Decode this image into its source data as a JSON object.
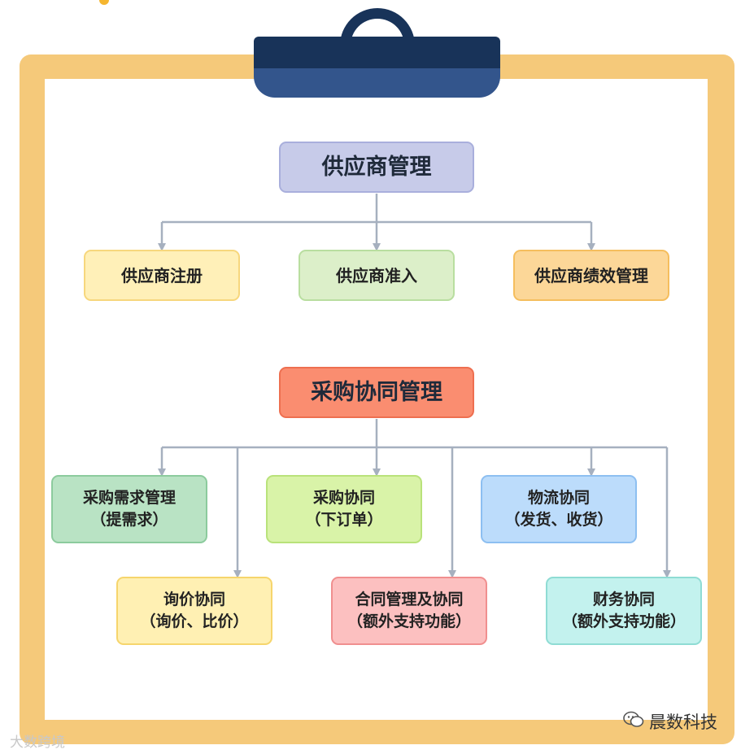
{
  "colors": {
    "board": "#f5c97a",
    "clip_dark": "#183359",
    "clip_light": "#33558c",
    "connector": "#a6b0bf"
  },
  "supplier": {
    "title": "供应商管理",
    "children": [
      "供应商注册",
      "供应商准入",
      "供应商绩效管理"
    ]
  },
  "procurement": {
    "title": "采购协同管理",
    "top_row": [
      {
        "line1": "采购需求管理",
        "line2": "（提需求）"
      },
      {
        "line1": "采购协同",
        "line2": "（下订单）"
      },
      {
        "line1": "物流协同",
        "line2": "（发货、收货）"
      }
    ],
    "bottom_row": [
      {
        "line1": "询价协同",
        "line2": "（询价、比价）"
      },
      {
        "line1": "合同管理及协同",
        "line2": "（额外支持功能）"
      },
      {
        "line1": "财务协同",
        "line2": "（额外支持功能）"
      }
    ]
  },
  "watermark": {
    "left": "大数跨境",
    "right": "晨数科技",
    "right_icon": "wechat-icon"
  }
}
